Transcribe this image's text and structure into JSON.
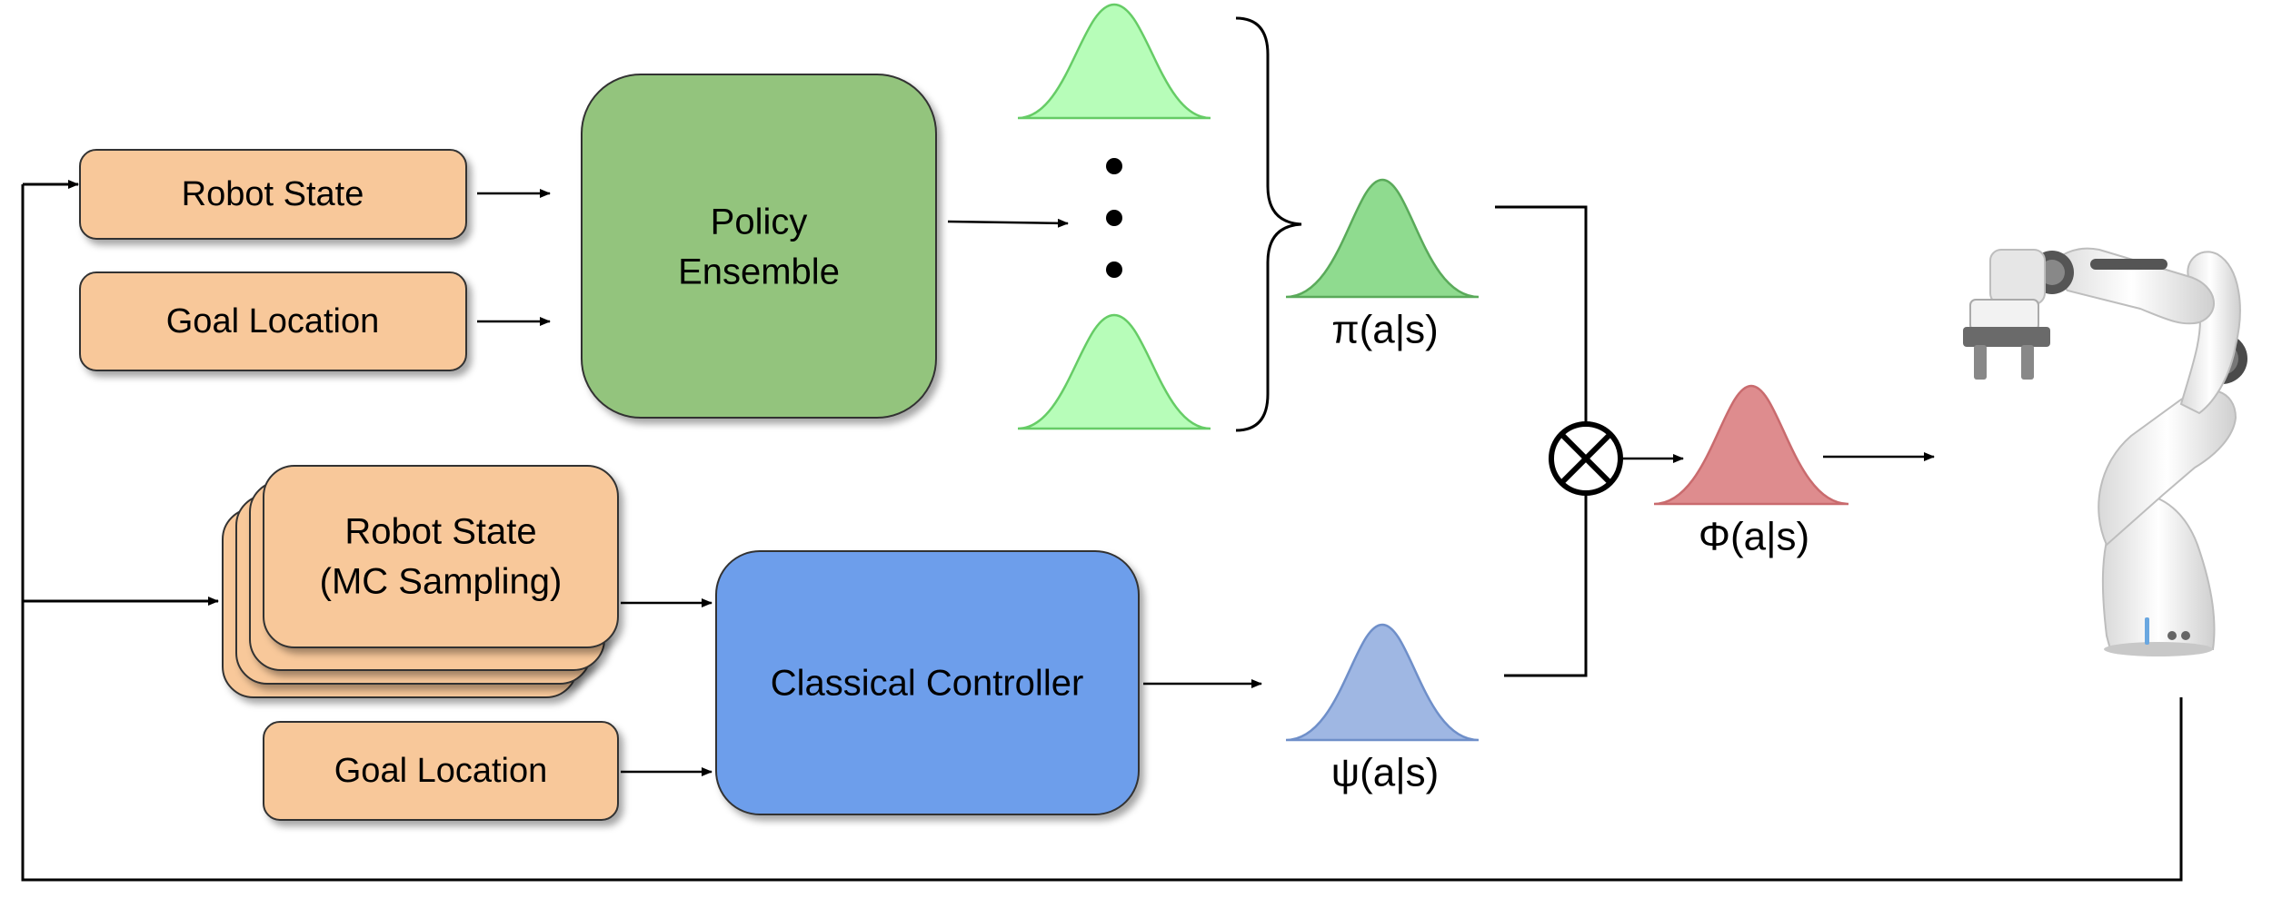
{
  "blocks": {
    "robot_state_top": "Robot State",
    "goal_location_top": "Goal Location",
    "policy_ensemble_line1": "Policy",
    "policy_ensemble_line2": "Ensemble",
    "robot_state_mc_line1": "Robot State",
    "robot_state_mc_line2": "(MC Sampling)",
    "goal_location_bottom": "Goal Location",
    "classical_controller": "Classical Controller"
  },
  "distributions": {
    "policy": "π(a|s)",
    "controller": "ψ(a|s)",
    "combined": "Φ(a|s)"
  },
  "colors": {
    "input_block": "#f8c89a",
    "policy_block": "#93c47d",
    "controller_block": "#6d9eeb",
    "ensemble_member": "#b7fdb9",
    "policy_distribution": "#8fdb8f",
    "controller_distribution": "#9fb7e3",
    "combined_distribution": "#de8c8e"
  }
}
